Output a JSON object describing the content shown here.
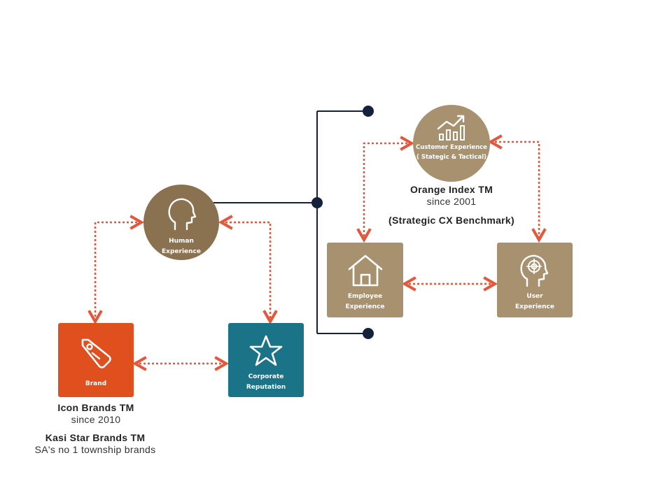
{
  "colors": {
    "human": "#8a7150",
    "tan": "#a8916f",
    "brand": "#e0501e",
    "reputation": "#1a7387",
    "arrow": "#e5573a",
    "line": "#15203a"
  },
  "nodes": {
    "human": {
      "line1": "Human",
      "line2": "Experience",
      "icon": "head-icon"
    },
    "brand": {
      "line1": "Brand",
      "icon": "tag-icon"
    },
    "reputation": {
      "line1": "Corporate",
      "line2": "Reputation",
      "icon": "star-icon"
    },
    "customer": {
      "line1": "Customer Experience",
      "line2": "( Stategic & Tactical)",
      "icon": "growth-chart-icon"
    },
    "employee": {
      "line1": "Employee",
      "line2": "Experience",
      "icon": "house-icon"
    },
    "user": {
      "line1": "User",
      "line2": "Experience",
      "icon": "head-target-icon"
    }
  },
  "captions": {
    "orange_index_title": "Orange Index TM",
    "orange_index_since": "since 2001",
    "cx_benchmark": "(Strategic CX Benchmark)",
    "icon_brands_title": "Icon Brands TM",
    "icon_brands_since": "since 2010",
    "kasi_title": "Kasi Star Brands TM",
    "kasi_sub": "SA's no 1 township brands"
  }
}
